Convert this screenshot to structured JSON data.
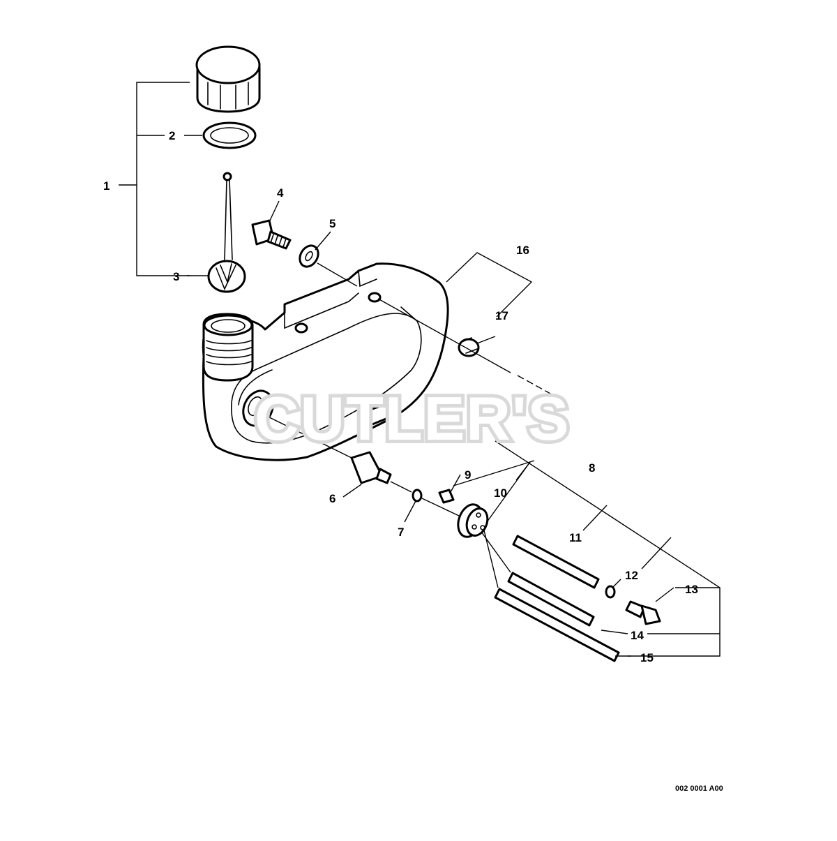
{
  "diagram": {
    "callouts": [
      {
        "id": "1",
        "label": "1"
      },
      {
        "id": "2",
        "label": "2"
      },
      {
        "id": "3",
        "label": "3"
      },
      {
        "id": "4",
        "label": "4"
      },
      {
        "id": "5",
        "label": "5"
      },
      {
        "id": "6",
        "label": "6"
      },
      {
        "id": "7",
        "label": "7"
      },
      {
        "id": "8",
        "label": "8"
      },
      {
        "id": "9",
        "label": "9"
      },
      {
        "id": "10",
        "label": "10"
      },
      {
        "id": "11",
        "label": "11"
      },
      {
        "id": "12",
        "label": "12"
      },
      {
        "id": "13",
        "label": "13"
      },
      {
        "id": "14",
        "label": "14"
      },
      {
        "id": "15",
        "label": "15"
      },
      {
        "id": "16",
        "label": "16"
      },
      {
        "id": "17",
        "label": "17"
      }
    ],
    "watermark": "CUTLER'S",
    "reference_code": "002 0001 A00"
  }
}
